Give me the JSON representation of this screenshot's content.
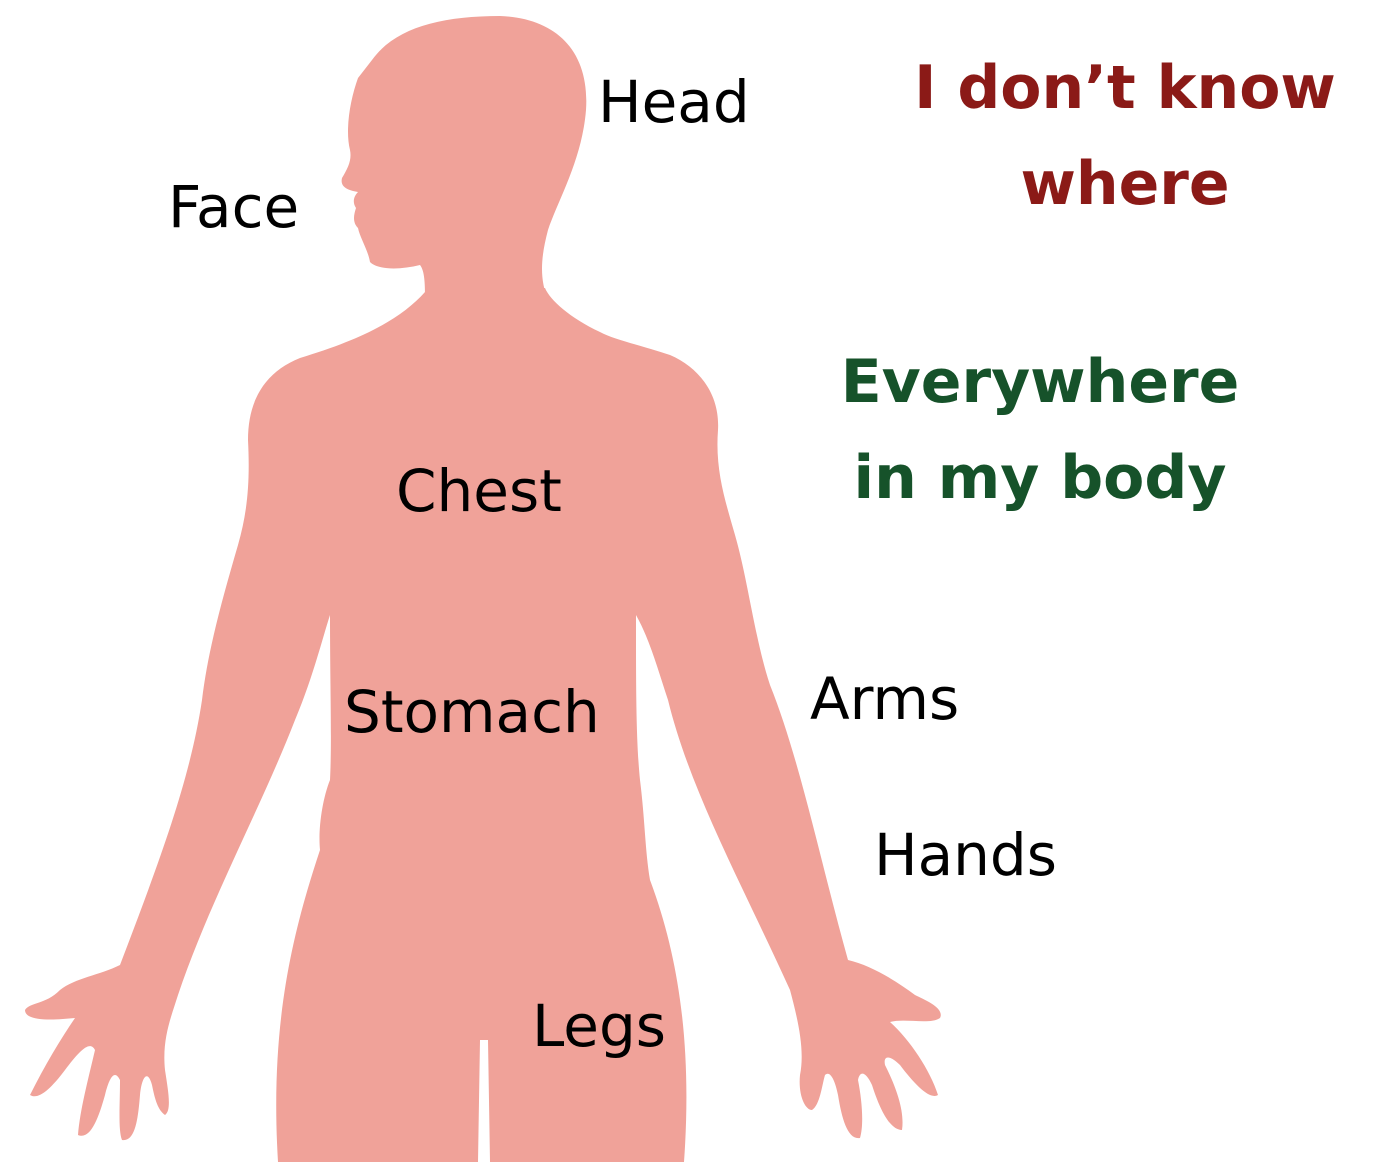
{
  "colors": {
    "body_fill": "#f0a299",
    "label_text": "#000000",
    "dont_know_text": "#8b1a17",
    "everywhere_text": "#16522a"
  },
  "labels": {
    "head": "Head",
    "face": "Face",
    "chest": "Chest",
    "stomach": "Stomach",
    "arms": "Arms",
    "hands": "Hands",
    "legs": "Legs"
  },
  "options": {
    "dont_know": {
      "line1": "I don’t know",
      "line2": "where"
    },
    "everywhere": {
      "line1": "Everywhere",
      "line2": "in my body"
    }
  }
}
